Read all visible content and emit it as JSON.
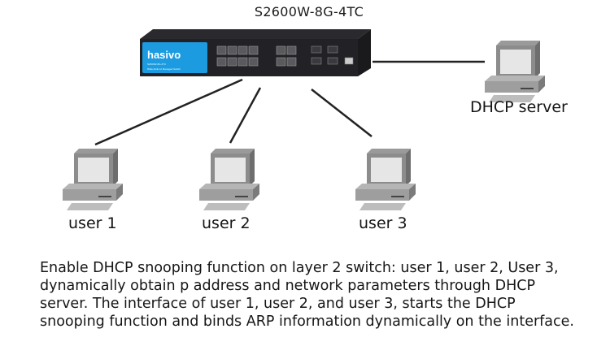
{
  "switch": {
    "model": "S2600W-8G-4TC",
    "brand": "hasivo",
    "brand_color": "#1d9be0"
  },
  "nodes": {
    "server": {
      "label": "DHCP server",
      "icon": "computer-icon"
    },
    "user1": {
      "label": "user 1",
      "icon": "computer-icon"
    },
    "user2": {
      "label": "user 2",
      "icon": "computer-icon"
    },
    "user3": {
      "label": "user 3",
      "icon": "computer-icon"
    }
  },
  "description": "Enable DHCP snooping function on layer 2 switch: user 1, user 2, User 3,\n dynamically obtain p address and network parameters through DHCP\nserver. The interface of user 1, user 2, and user 3, starts the DHCP\nsnooping function and binds ARP information dynamically on the interface."
}
